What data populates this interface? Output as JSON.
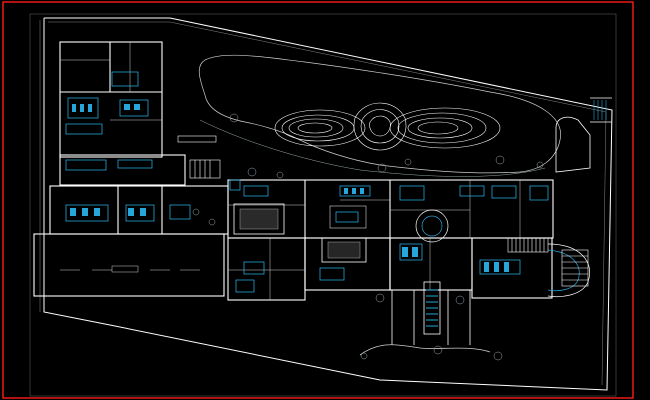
{
  "drawing": {
    "type": "architectural site plan (CAD, dark background)",
    "colors": {
      "background": "#000000",
      "frame": "#ff1a1a",
      "walls": "#ffffff",
      "furniture": "#27a6d9",
      "detail": "#9aa7b0"
    },
    "elements": [
      "site-boundary",
      "house-footprint",
      "lawn-contour",
      "pond-contours",
      "swimming-pool",
      "driveway",
      "furniture-blocks",
      "staircase",
      "planting"
    ]
  }
}
